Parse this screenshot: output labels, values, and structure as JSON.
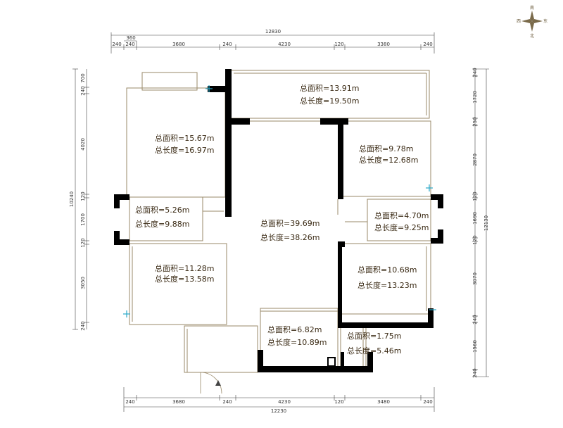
{
  "compass": {
    "north": "南",
    "east": "东",
    "west": "西",
    "south": "北"
  },
  "dims": {
    "top_total": "12830",
    "top_sub": "360",
    "top": [
      "240",
      "240",
      "3680",
      "240",
      "4230",
      "120",
      "3380",
      "240"
    ],
    "bottom_total": "12230",
    "bottom": [
      "240",
      "3680",
      "240",
      "4230",
      "120",
      "3480",
      "240"
    ],
    "left_total": "10240",
    "left": [
      "700",
      "240",
      "4020",
      "120",
      "1700",
      "120",
      "3050",
      "240"
    ],
    "right_total": "12130",
    "right": [
      "240",
      "1720",
      "250",
      "2870",
      "120",
      "1690",
      "120",
      "3070",
      "240",
      "1560",
      "240"
    ]
  },
  "rooms": [
    {
      "id": "balcony",
      "area": "总面积=13.91m",
      "length": "总长度=19.50m"
    },
    {
      "id": "bedroom-1",
      "area": "总面积=15.67m",
      "length": "总长度=16.97m"
    },
    {
      "id": "bedroom-2",
      "area": "总面积=9.78m",
      "length": "总长度=12.68m"
    },
    {
      "id": "bath-left",
      "area": "总面积=5.26m",
      "length": "总长度=9.88m"
    },
    {
      "id": "living",
      "area": "总面积=39.69m",
      "length": "总长度=38.26m"
    },
    {
      "id": "bath-right",
      "area": "总面积=4.70m",
      "length": "总长度=9.25m"
    },
    {
      "id": "bedroom-3",
      "area": "总面积=11.28m",
      "length": "总长度=13.58m"
    },
    {
      "id": "bedroom-4",
      "area": "总面积=10.68m",
      "length": "总长度=13.23m"
    },
    {
      "id": "kitchen",
      "area": "总面积=6.82m",
      "length": "总长度=10.89m"
    },
    {
      "id": "utility",
      "area": "总面积=1.75m",
      "length": "总长度=5.46m"
    }
  ]
}
